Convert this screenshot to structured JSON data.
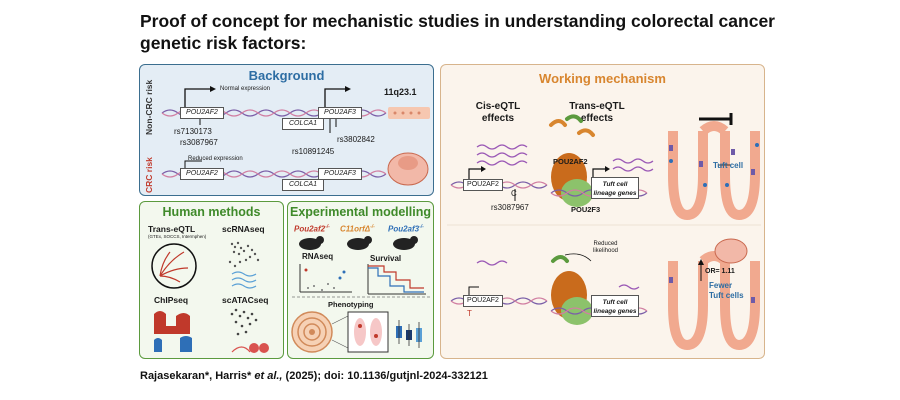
{
  "title": "Proof of concept for mechanistic studies in understanding colorectal cancer genetic risk factors:",
  "background": {
    "title": "Background",
    "non_crc_label": "Non-CRC risk",
    "crc_label": "CRC risk",
    "normal_expression": "Normal expression",
    "reduced_expression": "Reduced expression",
    "locus": "11q23.1",
    "genes": [
      "POU2AF2",
      "POU2AF3",
      "COLCA1"
    ],
    "snps": [
      "rs7130173",
      "rs3087967",
      "rs10891245",
      "rs3802842"
    ]
  },
  "human_methods": {
    "title": "Human methods",
    "trans_eqtl": "Trans-eQTL",
    "trans_eqtl_sub": "(GTEx, SOCCS, Intermphen)",
    "scrnaseq": "scRNAseq",
    "chipseq": "ChIPseq",
    "scatacseq": "scATACseq"
  },
  "experimental_modelling": {
    "title": "Experimental modelling",
    "models": [
      "Pou2af2",
      "C11orfΔ",
      "Pou2af3"
    ],
    "model_suffix": "-/-",
    "rnaseq": "RNAseq",
    "survival": "Survival",
    "phenotyping": "Phenotyping"
  },
  "working_mechanism": {
    "title": "Working mechanism",
    "cis_eqtl": "Cis-eQTL\neffects",
    "trans_eqtl": "Trans-eQTL\neffects",
    "pou2af2": "POU2AF2",
    "pou2f3": "POU2F3",
    "tuft_genes": "Tuft cell\nlineage genes",
    "tuft_cell": "Tuft cell",
    "gene_box": "POU2AF2",
    "allele_c": "C",
    "allele_t": "T",
    "snp": "rs3087967",
    "reduced_likelihood": "Reduced\nlikelihood",
    "or": "OR= 1.11",
    "fewer_tuft": "Fewer\nTuft cells"
  },
  "citation": {
    "authors": "Rajasekaran*,  Harris* ",
    "etal": "et al.,",
    "rest": " (2025); doi: 10.1136/gutjnl-2024-332121"
  },
  "colors": {
    "blue": "#2d6da3",
    "green": "#3f8a2a",
    "orange": "#d8862f",
    "red": "#c0392b",
    "purple": "#9b59b6"
  }
}
